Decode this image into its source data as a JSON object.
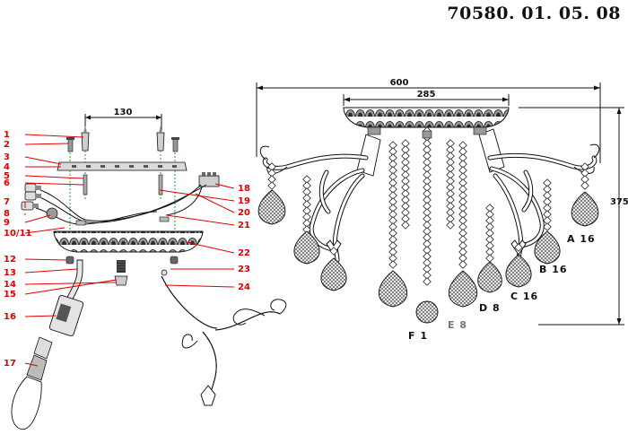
{
  "article_code": "70580. 01. 05. 08",
  "exploded_view": {
    "dim_screw_spacing": "130",
    "part_numbers": [
      "1",
      "2",
      "3",
      "4",
      "5",
      "6",
      "7",
      "8",
      "9",
      "10/11",
      "12",
      "13",
      "14",
      "15",
      "16",
      "17",
      "18",
      "19",
      "20",
      "21",
      "22",
      "23",
      "24"
    ]
  },
  "assembly_view": {
    "dim_width": "600",
    "dim_canopy": "285",
    "dim_height": "375",
    "pendant_labels": [
      "A 16",
      "B 16",
      "C 16",
      "D 8",
      "E 8",
      "F 1"
    ]
  }
}
